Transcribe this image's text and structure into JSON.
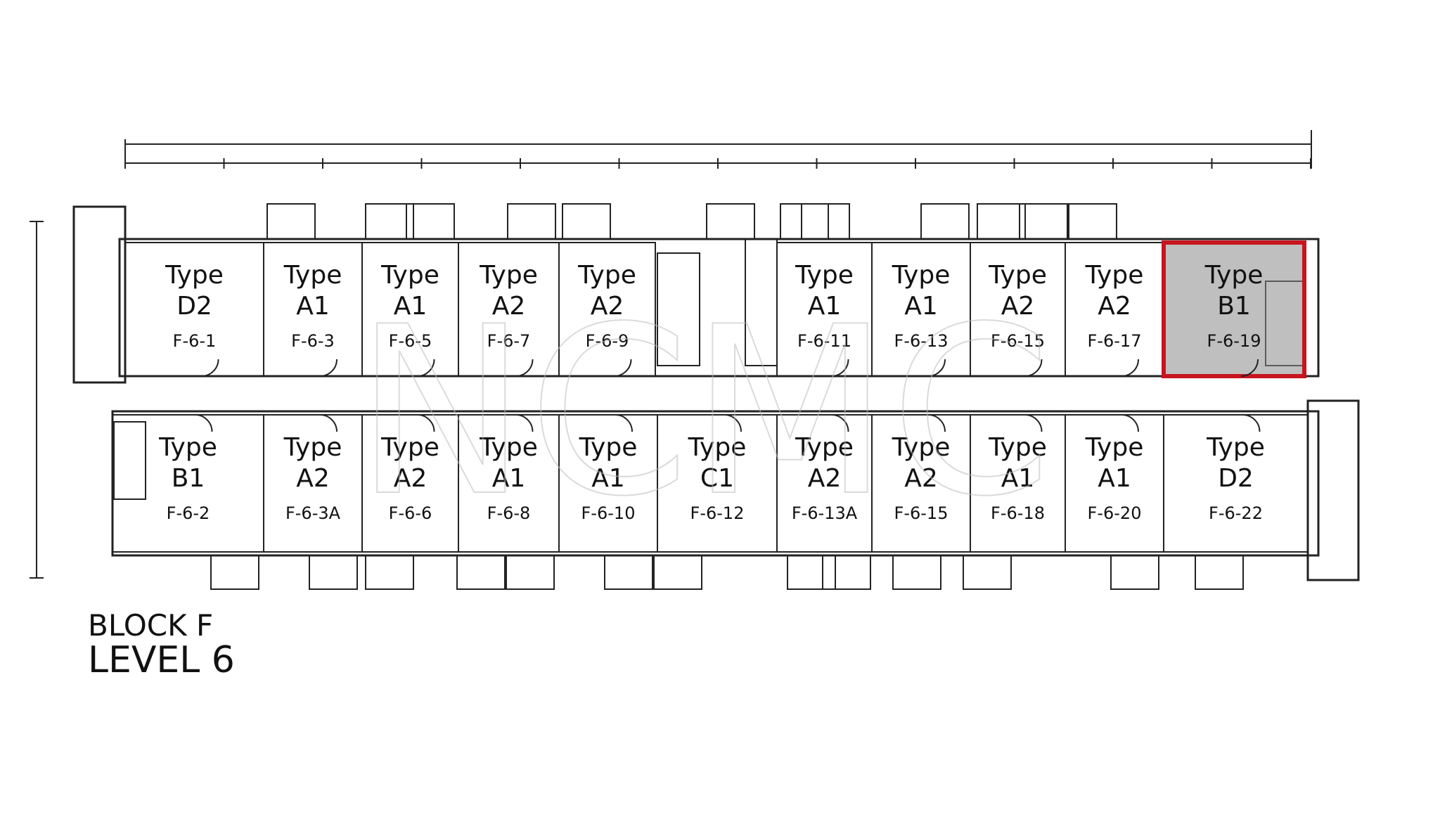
{
  "plan": {
    "block": "BLOCK F",
    "level": "LEVEL 6",
    "watermark": "NCMC",
    "highlight_color": "#c8141e",
    "top_row": [
      {
        "type": "Type\nD2",
        "code": "F-6-1"
      },
      {
        "type": "Type\nA1",
        "code": "F-6-3"
      },
      {
        "type": "Type\nA1",
        "code": "F-6-5"
      },
      {
        "type": "Type\nA2",
        "code": "F-6-7"
      },
      {
        "type": "Type\nA2",
        "code": "F-6-9"
      },
      {
        "type": "Type\nA1",
        "code": "F-6-11"
      },
      {
        "type": "Type\nA1",
        "code": "F-6-13"
      },
      {
        "type": "Type\nA2",
        "code": "F-6-15"
      },
      {
        "type": "Type\nA2",
        "code": "F-6-17"
      },
      {
        "type": "Type\nB1",
        "code": "F-6-19",
        "highlighted": true
      }
    ],
    "bottom_row": [
      {
        "type": "Type\nB1",
        "code": "F-6-2"
      },
      {
        "type": "Type\nA2",
        "code": "F-6-3A"
      },
      {
        "type": "Type\nA2",
        "code": "F-6-6"
      },
      {
        "type": "Type\nA1",
        "code": "F-6-8"
      },
      {
        "type": "Type\nA1",
        "code": "F-6-10"
      },
      {
        "type": "Type\nC1",
        "code": "F-6-12"
      },
      {
        "type": "Type\nA2",
        "code": "F-6-13A"
      },
      {
        "type": "Type\nA2",
        "code": "F-6-15"
      },
      {
        "type": "Type\nA1",
        "code": "F-6-18"
      },
      {
        "type": "Type\nA1",
        "code": "F-6-20"
      },
      {
        "type": "Type\nD2",
        "code": "F-6-22"
      }
    ]
  }
}
